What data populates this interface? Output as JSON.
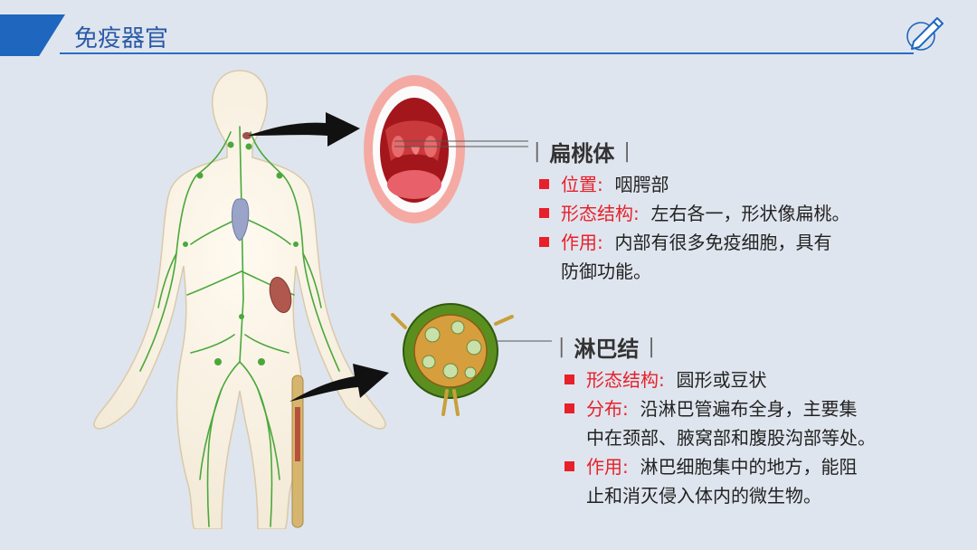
{
  "header": {
    "title": "免疫器官"
  },
  "icons": {
    "pen": "pen-icon"
  },
  "colors": {
    "accent": "#1f66bf",
    "bullet": "#e8202a",
    "lymph": "#4aa83a"
  },
  "tonsil": {
    "title": "扁桃体",
    "bar": "|",
    "items": [
      {
        "key": "位置:",
        "text": "咽腭部"
      },
      {
        "key": "形态结构:",
        "text": "左右各一，形状像扁桃。"
      },
      {
        "key": "作用:",
        "text": "内部有很多免疫细胞，具有",
        "cont": "防御功能。"
      }
    ]
  },
  "lymph": {
    "title": "淋巴结",
    "bar": "|",
    "items": [
      {
        "key": "形态结构:",
        "text": "圆形或豆状"
      },
      {
        "key": "分布:",
        "text": "沿淋巴管遍布全身，主要集",
        "cont": "中在颈部、腋窝部和腹股沟部等处。"
      },
      {
        "key": "作用:",
        "text": "淋巴细胞集中的地方，能阻",
        "cont": "止和消灭侵入体内的微生物。"
      }
    ]
  }
}
